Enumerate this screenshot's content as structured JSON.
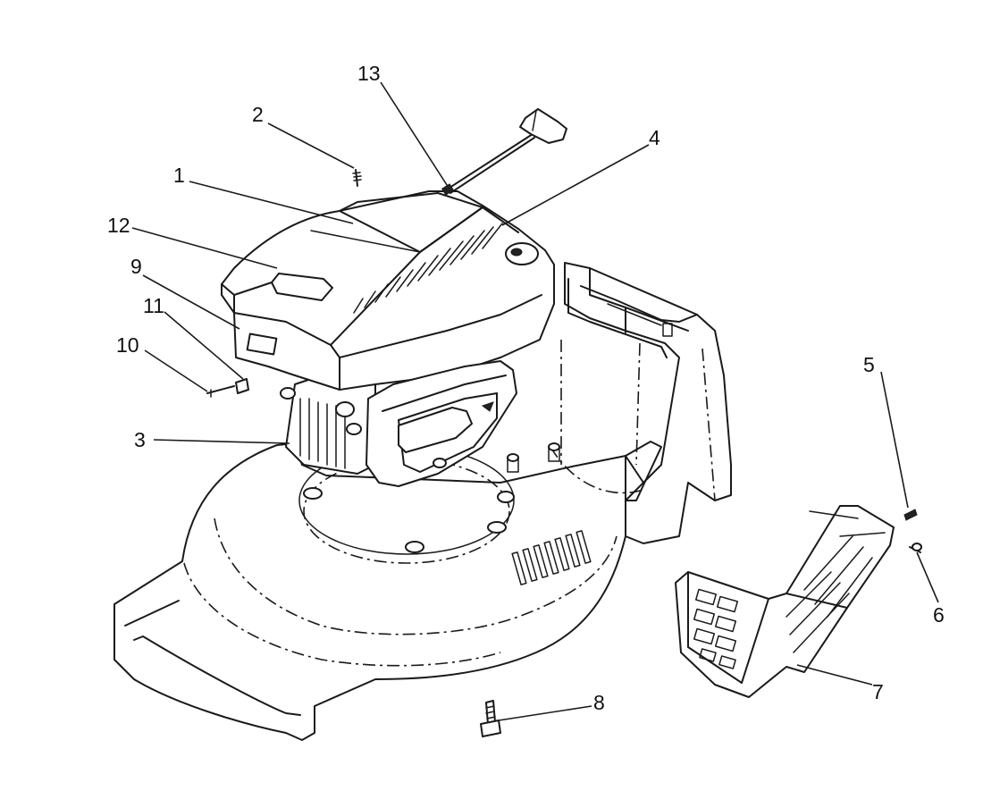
{
  "diagram": {
    "colors": {
      "ink": "#1a1a1a",
      "background": "#ffffff"
    },
    "callouts": [
      {
        "id": "part-1",
        "label": "1"
      },
      {
        "id": "part-2",
        "label": "2"
      },
      {
        "id": "part-3",
        "label": "3"
      },
      {
        "id": "part-4",
        "label": "4"
      },
      {
        "id": "part-5",
        "label": "5"
      },
      {
        "id": "part-6",
        "label": "6"
      },
      {
        "id": "part-7",
        "label": "7"
      },
      {
        "id": "part-8",
        "label": "8"
      },
      {
        "id": "part-9",
        "label": "9"
      },
      {
        "id": "part-10",
        "label": "10"
      },
      {
        "id": "part-11",
        "label": "11"
      },
      {
        "id": "part-12",
        "label": "12"
      },
      {
        "id": "part-13",
        "label": "13"
      }
    ]
  }
}
